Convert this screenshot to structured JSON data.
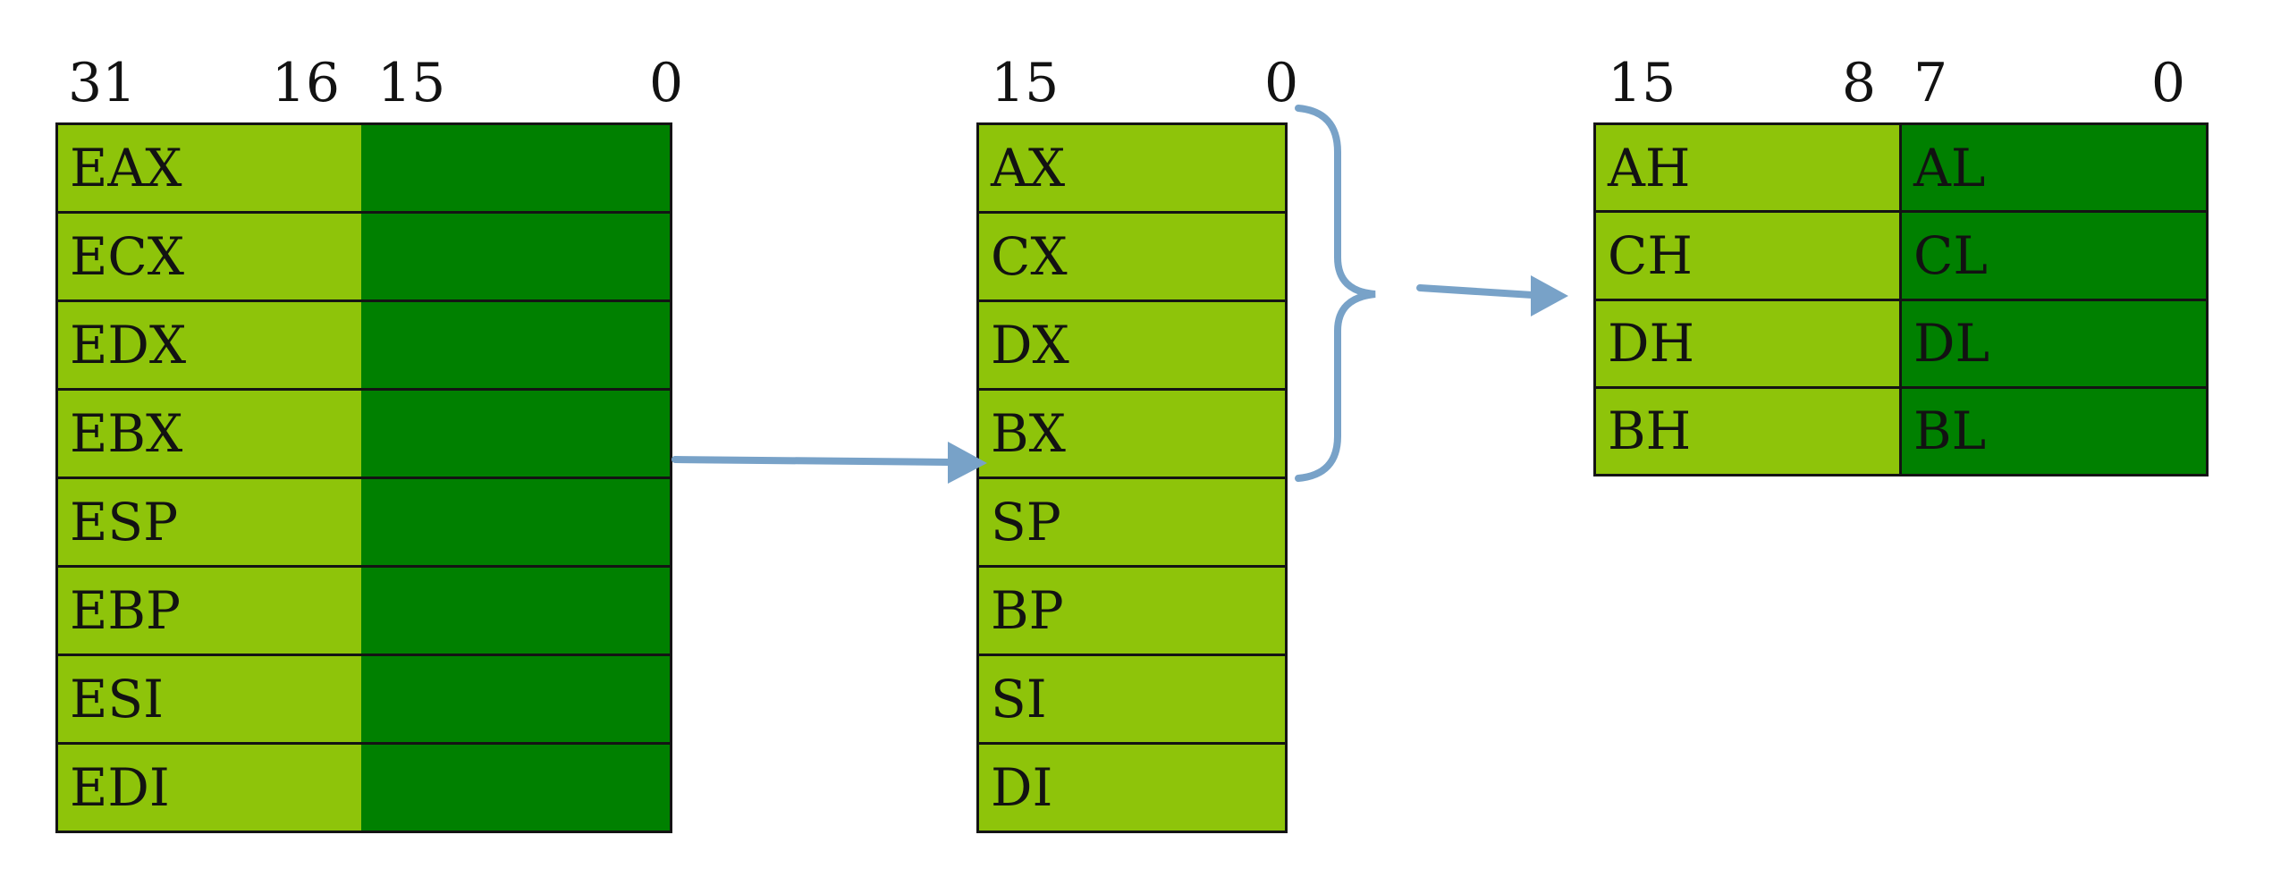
{
  "colors": {
    "light_green": "#8ec40a",
    "dark_green": "#008000",
    "arrow_blue": "#78a2c8",
    "border_dark": "#141414",
    "text_color": "#121212",
    "bg": "#ffffff"
  },
  "tables": {
    "regs32": {
      "bit_labels": [
        "31",
        "16",
        "15",
        "0"
      ],
      "rows": [
        "EAX",
        "ECX",
        "EDX",
        "EBX",
        "ESP",
        "EBP",
        "ESI",
        "EDI"
      ]
    },
    "regs16": {
      "bit_labels": [
        "15",
        "0"
      ],
      "rows": [
        "AX",
        "CX",
        "DX",
        "BX",
        "SP",
        "BP",
        "SI",
        "DI"
      ]
    },
    "regs8": {
      "bit_labels": [
        "15",
        "8",
        "7",
        "0"
      ],
      "rows": [
        {
          "high": "AH",
          "low": "AL"
        },
        {
          "high": "CH",
          "low": "CL"
        },
        {
          "high": "DH",
          "low": "DL"
        },
        {
          "high": "BH",
          "low": "BL"
        }
      ]
    }
  }
}
